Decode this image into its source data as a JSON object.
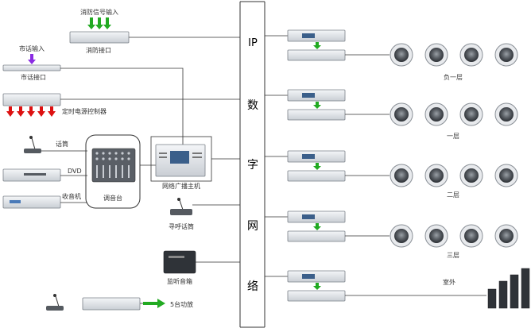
{
  "network": {
    "label_chars": [
      "IP",
      "数",
      "字",
      "网",
      "络"
    ]
  },
  "left": {
    "fire_input_label": "消防信号输入",
    "fire_interface_label": "消防接口",
    "city_input_label": "市话输入",
    "city_interface_label": "市话接口",
    "timer_label": "定时电源控制器",
    "mic_label": "话筒",
    "dvd_label": "DVD",
    "radio_label": "收音机",
    "mixer_label": "调音台",
    "host_label": "网络广播主机",
    "paging_label": "寻呼话筒",
    "amp_label": "监听音箱",
    "bottom_amp_label": "5台功放"
  },
  "zones": [
    {
      "label": "负一层",
      "speakers": 4
    },
    {
      "label": "一层",
      "speakers": 4
    },
    {
      "label": "二层",
      "speakers": 4
    },
    {
      "label": "三层",
      "speakers": 4
    },
    {
      "label": "室外",
      "speakers": 0
    }
  ],
  "colors": {
    "line": "#333333",
    "arrow_green": "#22aa22",
    "arrow_red": "#dd1111",
    "arrow_purple": "#8a2be2",
    "device_light": "#dfe3e8",
    "device_dark": "#555a60"
  }
}
